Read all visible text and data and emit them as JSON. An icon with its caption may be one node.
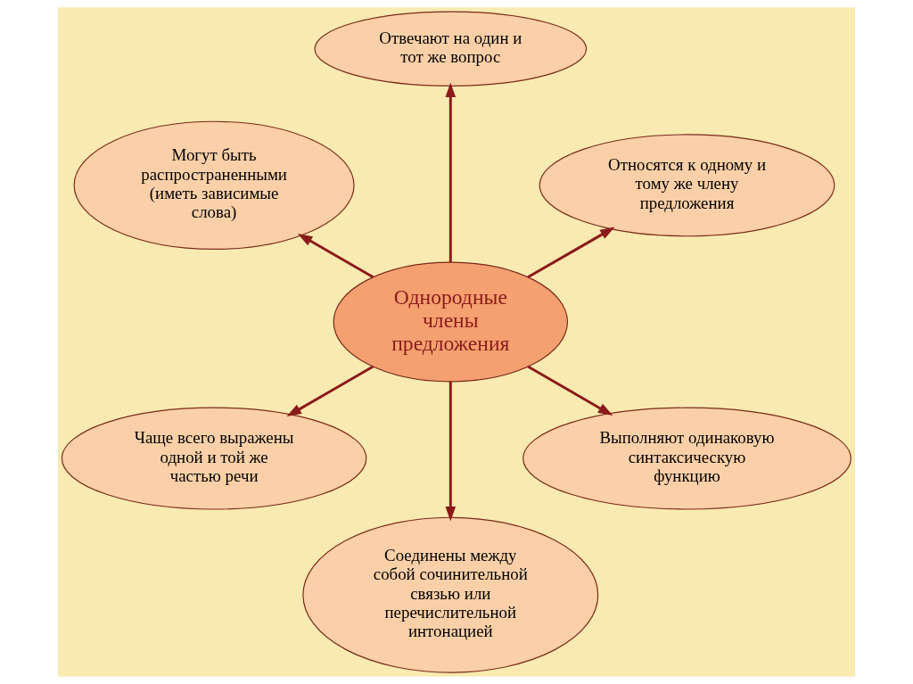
{
  "diagram": {
    "nodes": [
      {
        "text": [
          "Относятся к одному и тому же члену предложения"
        ]
      },
      {
        "text": [
          "Отвечают на один и тот же вопрос"
        ]
      },
      {
        "text": [
          "Могут быть распространенными (иметь зависимые слова)"
        ]
      },
      {
        "text": [
          "Однородные члены предложения"
        ]
      },
      {
        "text": [
          "Чаще всего выражены одной и той же частью речи"
        ]
      },
      {
        "text": [
          "Соединены между собой сочинительной связью или перечислительной интонацией"
        ]
      },
      {
        "text": [
          "Выполняют одинаковую синтаксическую функцию"
        ]
      }
    ],
    "edges": [
      {
        "from": 3,
        "to": 1,
        "arrow": "to"
      },
      {
        "from": 3,
        "to": 0,
        "arrow": "to"
      },
      {
        "from": 3,
        "to": 2,
        "arrow": "to"
      },
      {
        "from": 3,
        "to": 4,
        "arrow": "to"
      },
      {
        "from": 3,
        "to": 5,
        "arrow": "to"
      },
      {
        "from": 3,
        "to": 6,
        "arrow": "to"
      }
    ]
  }
}
